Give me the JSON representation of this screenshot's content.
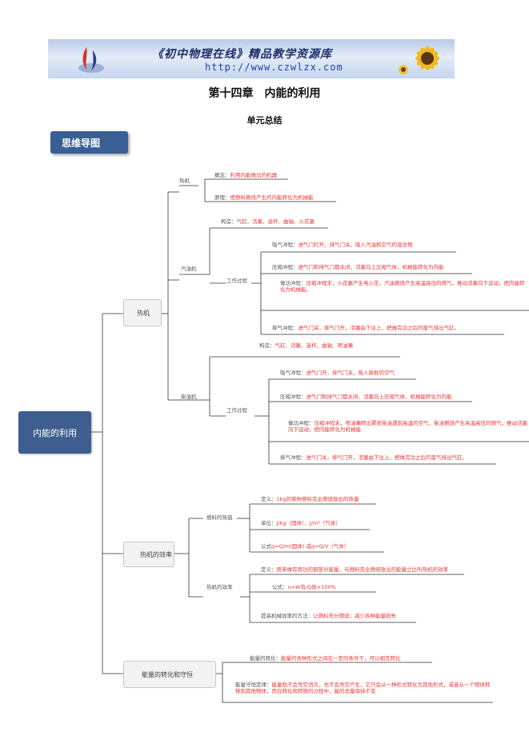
{
  "banner": {
    "title": "《初中物理在线》精品教学资源库",
    "url": "http://www.czwlzx.com"
  },
  "doc": {
    "chapter_title": "第十四章　内能的利用",
    "section_title": "单元总结",
    "badge": "思维导图"
  },
  "mindmap": {
    "root": "内能的利用",
    "branches": {
      "engine": "热机",
      "efficiency": "热机的效率",
      "energy": "能量的转化和守恒"
    },
    "engine": {
      "heat_engine": "热机",
      "concept_key": "概念：",
      "concept_val": "利用内能做功的机器",
      "principle_key": "原理：",
      "principle_val": "把燃料燃烧产生的内能转化为机械能",
      "gasoline": "汽油机",
      "gas_structure_key": "构造：",
      "gas_structure_val": "气缸、活塞、连杆、曲轴、火花塞",
      "gas_process": "工作过程",
      "gas_intake_key": "吸气冲程：",
      "gas_intake_val": "进气门打开，排气门关，吸入汽油和空气的混合物",
      "gas_compress_key": "压缩冲程：",
      "gas_compress_val": "进气门和排气门都关闭，活塞向上压缩气体，机械能转化为内能",
      "gas_power_key": "做功冲程：",
      "gas_power_val": "压缩冲程末，火花塞产生电火花，汽油燃烧产生高温高压的燃气，推动活塞向下运动，把内能转化为机械能。",
      "gas_exhaust_key": "排气冲程：",
      "gas_exhaust_val": "进气门关，排气门开，活塞由下往上，把做完功之后的废气排出气缸。",
      "diesel": "柴油机",
      "die_structure_key": "构造：",
      "die_structure_val": "气缸、活塞、连杆、曲轴、喷油嘴",
      "die_process": "工作过程",
      "die_intake_key": "吸气冲程：",
      "die_intake_val": "进气门开，排气门关，吸入新鲜的空气",
      "die_compress_key": "压缩冲程：",
      "die_compress_val": "进气门和排气门都关闭，活塞向上压缩气体，机械能转化为内能",
      "die_power_key": "做功冲程：",
      "die_power_val": "压缩冲程末，喷油嘴喷出雾状柴油遇到高温的空气，柴油燃烧产生高温高压的燃气，推动活塞向下运动，把内能转化为机械能",
      "die_exhaust_key": "排气冲程：",
      "die_exhaust_val": "进气门关，排气门开，活塞由下往上，把做完功之后的废气排出气缸。"
    },
    "efficiency": {
      "heat_value": "燃料的热值",
      "def_key": "定义：",
      "def_val": "1kg的某种燃料完全燃烧放出的热量",
      "unit_key": "单位：",
      "unit_val": "J/kg（固体）、J/m³（气体）",
      "formula_key": "公式",
      "formula_val": "q=Q/m(固体) 或q=Q/V（气体）",
      "engine_eff": "热机的效率",
      "eff_def_key": "定义：",
      "eff_def_val": "用来做有用功的那部分能量，与燃料完全燃烧放出的能量之比叫热机的效率",
      "eff_formula_key": "公式：",
      "eff_formula_val": "η=W有/Q放×100%",
      "improve_key": "提高机械效率的方法：",
      "improve_val": "让燃料充分燃烧；减少各种能量损失"
    },
    "energy": {
      "conversion_key": "能量的转化：",
      "conversion_val": "能量的各种形式之间在一定的条件下，可以相互转化",
      "conservation_key": "能量守恒定律：",
      "conservation_val": "能量既不会凭空消灭，也不会凭空产生，它只会从一种形式转化为其他形式，或者从一个物体转移到其他物体，而在转化和转移的过程中，能的总量保持不变"
    }
  }
}
